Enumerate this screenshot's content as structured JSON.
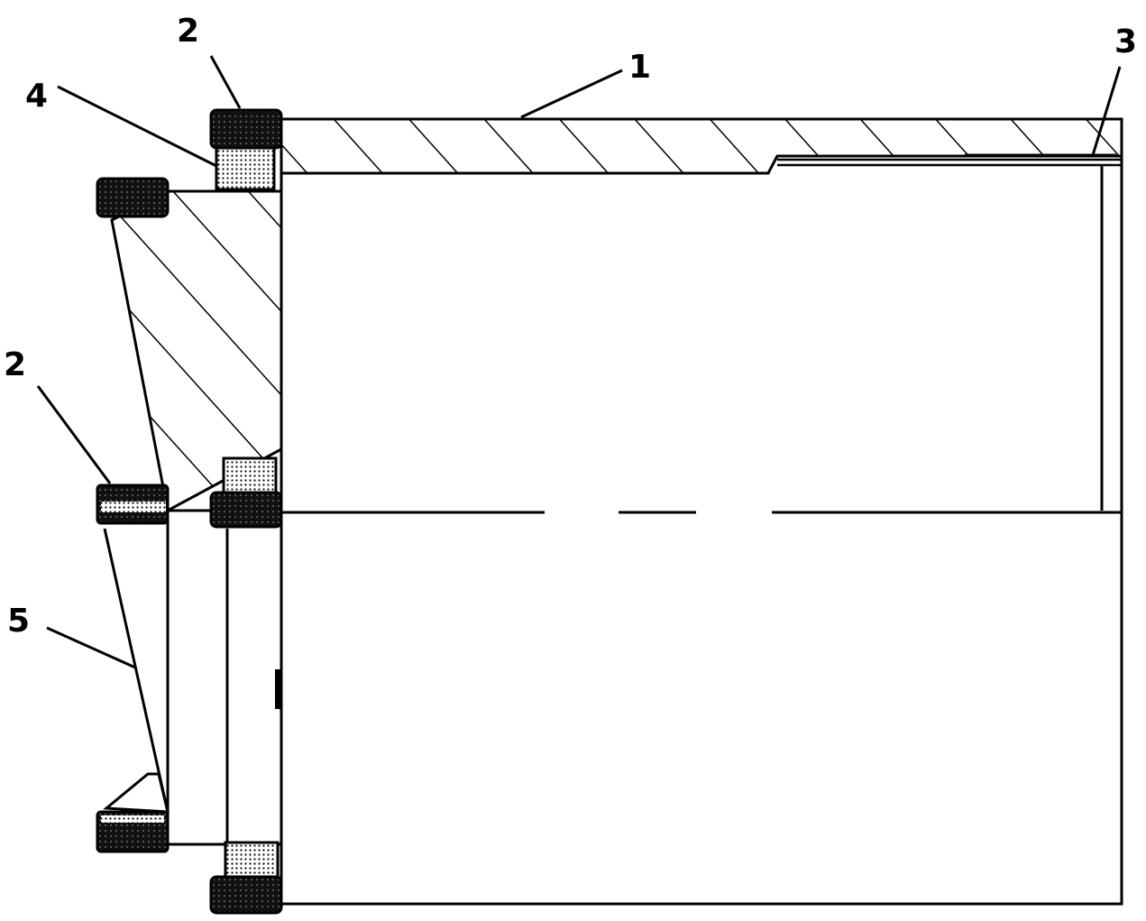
{
  "labels": {
    "l1": "1",
    "l2_top": "2",
    "l2_mid": "2",
    "l3": "3",
    "l4": "4",
    "l5": "5"
  },
  "colors": {
    "line": "#000000",
    "background": "#ffffff",
    "seal_dark": "#0a0a0a",
    "seal_light": "#ffffff"
  }
}
